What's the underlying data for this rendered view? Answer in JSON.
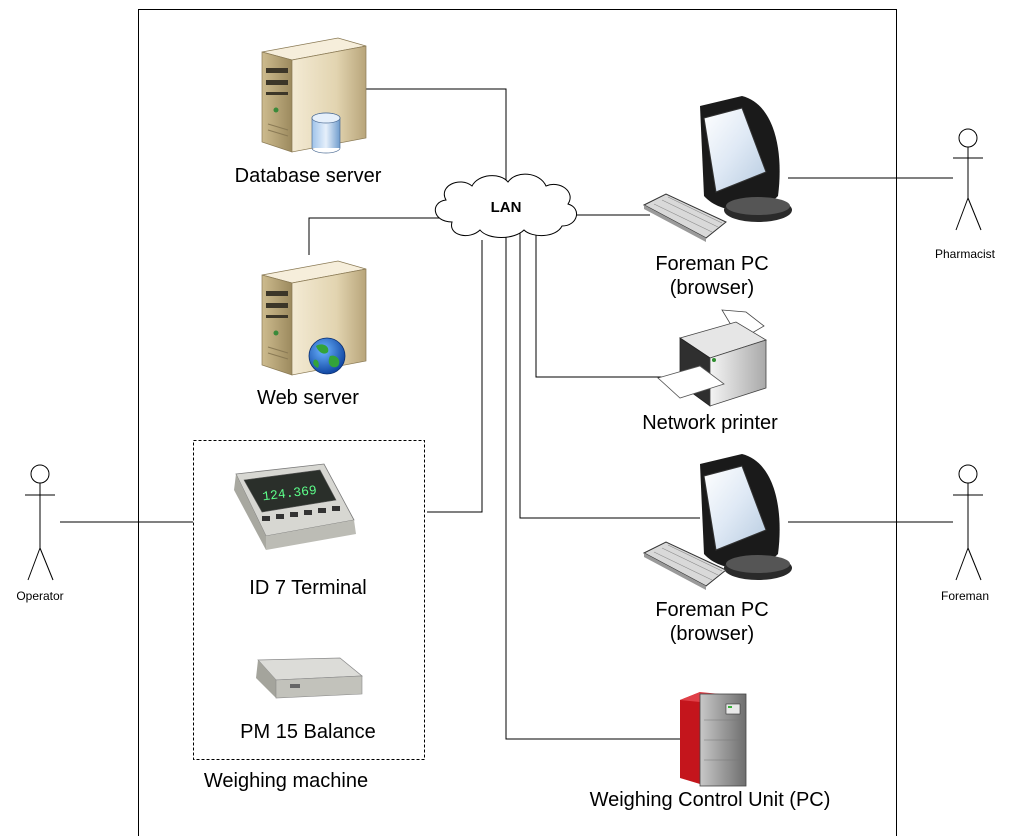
{
  "network": {
    "lan_label": "LAN"
  },
  "nodes": {
    "database_server": "Database server",
    "web_server": "Web server",
    "foreman_pc_top": "Foreman PC (browser)",
    "network_printer": "Network printer",
    "foreman_pc_bottom": "Foreman PC (browser)",
    "weighing_control_unit": "Weighing Control Unit (PC)",
    "id7_terminal": "ID 7 Terminal",
    "pm15_balance": "PM 15 Balance",
    "weighing_machine_group": "Weighing machine"
  },
  "actors": {
    "pharmacist": "Pharmacist",
    "foreman": "Foreman",
    "operator": "Operator"
  },
  "terminal_display": "124.369"
}
